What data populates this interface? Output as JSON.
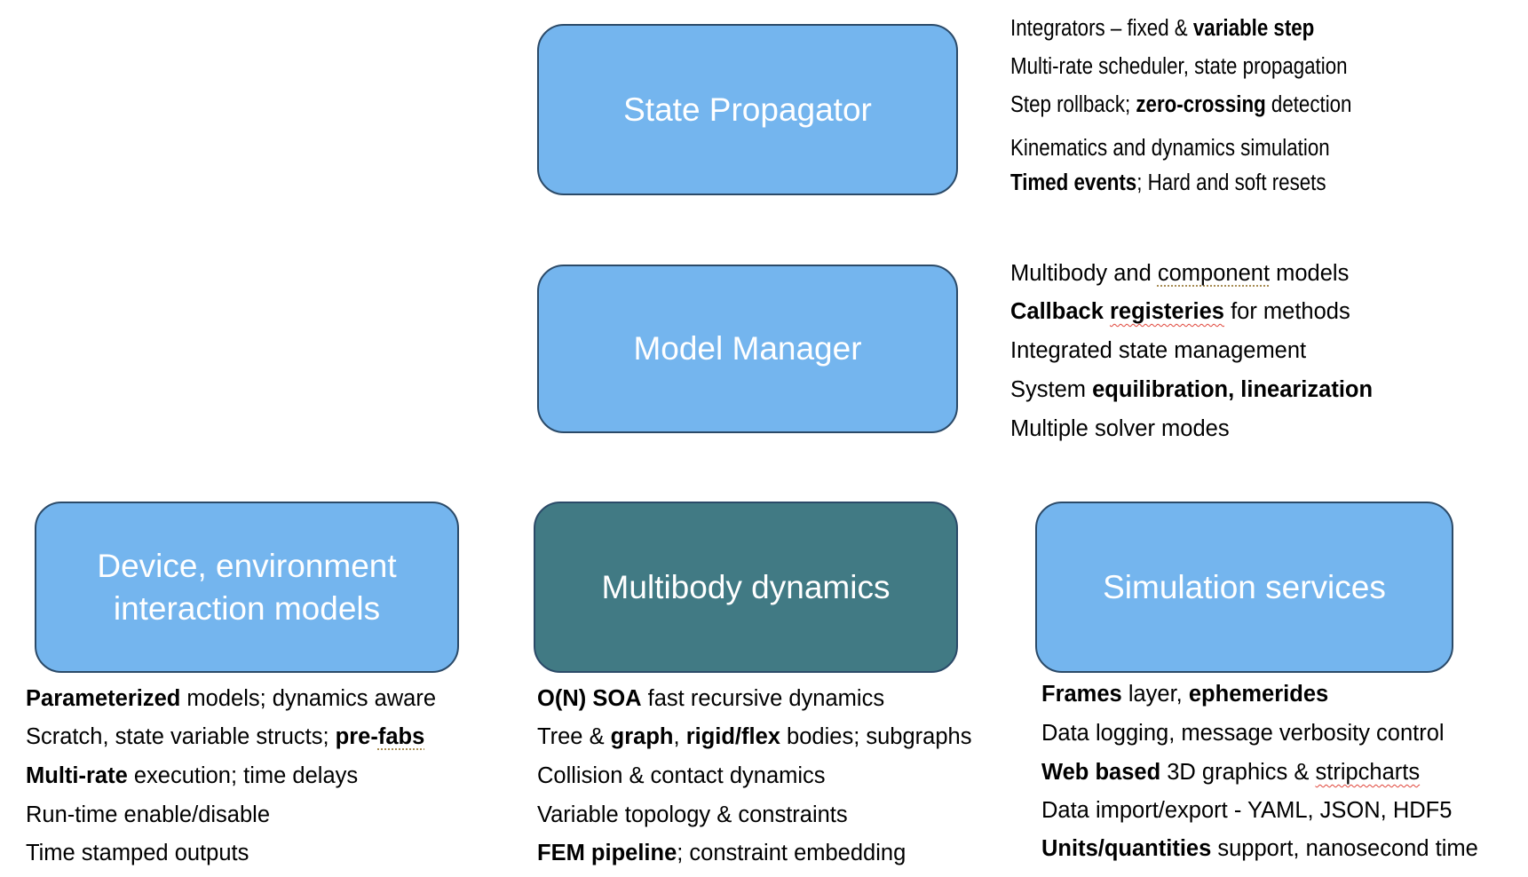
{
  "colors": {
    "box_blue": "#74B5EE",
    "box_teal": "#417A84",
    "box_border": "#2B4A68",
    "box_text": "#FFFFFF",
    "body_text": "#000000"
  },
  "boxes": {
    "state_propagator": {
      "title": "State Propagator"
    },
    "model_manager": {
      "title": "Model Manager"
    },
    "device_env": {
      "title_line1": "Device, environment",
      "title_line2": "interaction models"
    },
    "multibody": {
      "title": "Multibody dynamics"
    },
    "sim_services": {
      "title": "Simulation services"
    }
  },
  "state_propagator_features": [
    {
      "parts": [
        "Integrators – fixed & ",
        "variable step"
      ]
    },
    {
      "parts": [
        "Multi-rate scheduler, state propagation"
      ]
    },
    {
      "parts": [
        "Step rollback; ",
        "zero-crossing",
        " detection"
      ]
    },
    {
      "parts": [
        "Kinematics and dynamics simulation"
      ]
    },
    {
      "parts": [
        "Timed events",
        "; Hard and soft resets"
      ]
    }
  ],
  "model_manager_features": [
    {
      "parts": [
        "Multibody and ",
        "component",
        " models"
      ]
    },
    {
      "parts": [
        "Callback ",
        "registeries",
        " for methods"
      ]
    },
    {
      "parts": [
        "Integrated state management"
      ]
    },
    {
      "parts": [
        "System ",
        "equilibration, linearization"
      ]
    },
    {
      "parts": [
        "Multiple solver modes"
      ]
    }
  ],
  "device_env_features": [
    {
      "parts": [
        "Parameterized",
        " models; dynamics aware"
      ]
    },
    {
      "parts": [
        "Scratch, state variable structs; ",
        "pre-",
        "fabs"
      ]
    },
    {
      "parts": [
        "Multi-rate",
        " execution; time delays"
      ]
    },
    {
      "parts": [
        "Run-time enable/disable"
      ]
    },
    {
      "parts": [
        "Time stamped outputs"
      ]
    }
  ],
  "multibody_features": [
    {
      "parts": [
        "O(N) SOA",
        " fast recursive dynamics"
      ]
    },
    {
      "parts": [
        "Tree & ",
        "graph",
        ", ",
        "rigid/flex",
        " bodies; subgraphs"
      ]
    },
    {
      "parts": [
        "Collision & contact dynamics"
      ]
    },
    {
      "parts": [
        "Variable topology & constraints"
      ]
    },
    {
      "parts": [
        "FEM pipeline",
        "; constraint embedding"
      ]
    }
  ],
  "sim_services_features": [
    {
      "parts": [
        "Frames",
        " layer, ",
        "ephemerides"
      ]
    },
    {
      "parts": [
        "Data logging, message verbosity control"
      ]
    },
    {
      "parts": [
        "Web based",
        " 3D graphics & ",
        "stripcharts"
      ]
    },
    {
      "parts": [
        "Data import/export - YAML, JSON, HDF5"
      ]
    },
    {
      "parts": [
        "Units/quantities",
        " support, nanosecond time"
      ]
    }
  ]
}
